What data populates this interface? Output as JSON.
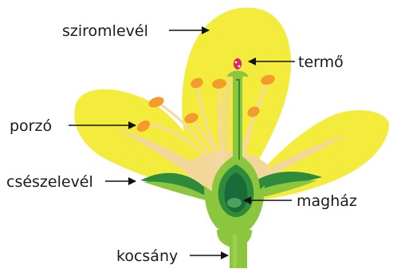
{
  "labels": {
    "petal": "sziromlevél",
    "pistil": "termő",
    "stamen": "porzó",
    "sepal": "csészelevél",
    "ovary": "magház",
    "stem": "kocsány"
  },
  "colors": {
    "petal": "#f4ec3c",
    "petal_vein": "#f3d79a",
    "stem_light": "#8cc63f",
    "stem_dark": "#2e8b3a",
    "ovary_dark": "#1b6b3a",
    "anther": "#f39c2b",
    "stigma": "#e0245e",
    "arrow": "#111111"
  }
}
